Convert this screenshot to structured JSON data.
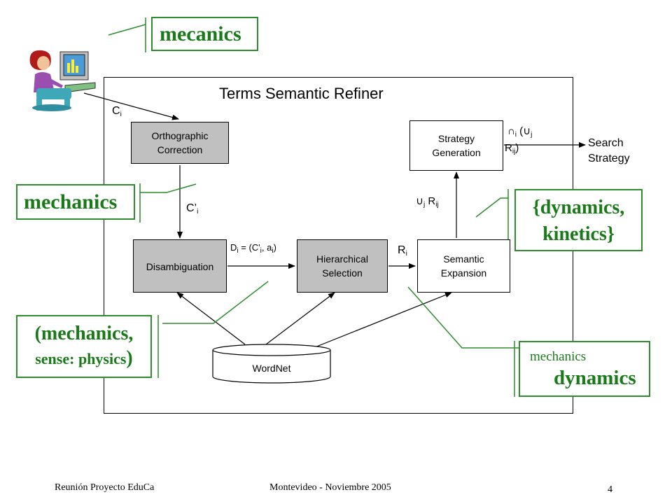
{
  "title": "Terms Semantic Refiner",
  "boxes": {
    "orthographic_line1": "Orthographic",
    "orthographic_line2": "Correction",
    "disambiguation": "Disambiguation",
    "hierarchical_line1": "Hierarchical",
    "hierarchical_line2": "Selection",
    "semantic_line1": "Semantic",
    "semantic_line2": "Expansion",
    "strategy_line1": "Strategy",
    "strategy_line2": "Generation",
    "wordnet": "WordNet"
  },
  "labels": {
    "ci_base": "C",
    "ci_sub": "i",
    "cprime_base": "C’",
    "cprime_sub": "i",
    "di_base": "D",
    "di_sub": "i",
    "di_mid": " = (C'",
    "di_sub2": "i",
    "di_mid2": ", a",
    "di_sub3": "i",
    "di_end": ")",
    "ri_base": "R",
    "ri_sub": "i",
    "union_sym": "∪",
    "union_sub": "j",
    "union_R": " R",
    "union_Rsub": "ij",
    "inter_sym": "∩",
    "inter_sub": "i",
    "inter_paren": " (∪",
    "inter_sub2": "j",
    "rij_base": "R",
    "rij_sub": "ij",
    "rij_end": ")",
    "search_line1": "Search",
    "search_line2": "Strategy"
  },
  "annotations": {
    "mecanics": "mecanics",
    "mechanics": "mechanics",
    "dynamics_kinetics_line1": "{dynamics,",
    "dynamics_kinetics_line2": "kinetics}",
    "mech_sense_line1": "(mechanics,",
    "mech_sense_line2": "sense: physics",
    "mech_sense_end": ")",
    "mech_dyn_line1": "mechanics",
    "mech_dyn_line2": "dynamics"
  },
  "footer": {
    "left": "Reunión Proyecto EduCa",
    "center": "Montevideo - Noviembre 2005",
    "page": "4"
  },
  "colors": {
    "gray_box": "#c0c0c0",
    "annotation_green": "#2e8b2e"
  }
}
